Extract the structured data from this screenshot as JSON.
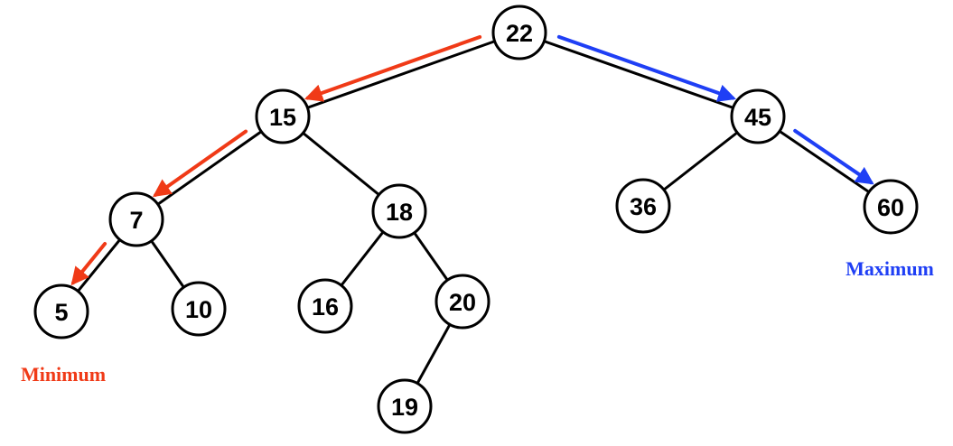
{
  "tree": {
    "nodes": [
      {
        "id": "n22",
        "label": "22"
      },
      {
        "id": "n15",
        "label": "15"
      },
      {
        "id": "n45",
        "label": "45"
      },
      {
        "id": "n7",
        "label": "7"
      },
      {
        "id": "n18",
        "label": "18"
      },
      {
        "id": "n36",
        "label": "36"
      },
      {
        "id": "n60",
        "label": "60",
        "highlight": "max"
      },
      {
        "id": "n5",
        "label": "5",
        "highlight": "min"
      },
      {
        "id": "n10",
        "label": "10"
      },
      {
        "id": "n16",
        "label": "16"
      },
      {
        "id": "n20",
        "label": "20"
      },
      {
        "id": "n19",
        "label": "19"
      }
    ],
    "edges": [
      [
        "n22",
        "n15"
      ],
      [
        "n22",
        "n45"
      ],
      [
        "n15",
        "n7"
      ],
      [
        "n15",
        "n18"
      ],
      [
        "n45",
        "n36"
      ],
      [
        "n45",
        "n60"
      ],
      [
        "n7",
        "n5"
      ],
      [
        "n7",
        "n10"
      ],
      [
        "n18",
        "n16"
      ],
      [
        "n18",
        "n20"
      ],
      [
        "n20",
        "n19"
      ]
    ]
  },
  "min_path": [
    "n22",
    "n15",
    "n7",
    "n5"
  ],
  "max_path": [
    "n22",
    "n45",
    "n60"
  ],
  "labels": {
    "minimum": "Minimum",
    "maximum": "Maximum"
  },
  "colors": {
    "min": "#f03a17",
    "max": "#1f3ff5",
    "node_stroke": "#000000"
  }
}
